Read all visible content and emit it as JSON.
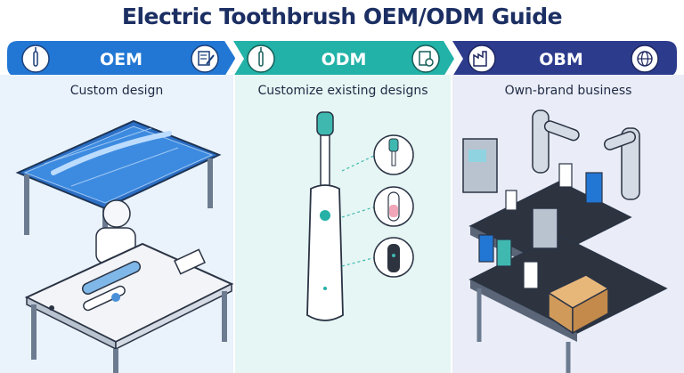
{
  "title": "Electric Toothbrush OEM/ODM Guide",
  "colors": {
    "oem": "#2277d4",
    "odm": "#22b2a8",
    "obm": "#2c3b8c",
    "title": "#1c2f63"
  },
  "columns": [
    {
      "label": "OEM",
      "subtitle": "Custom design",
      "left_icon": "toothbrush-icon",
      "right_icon": "document-edit-icon"
    },
    {
      "label": "ODM",
      "subtitle": "Customize existing designs",
      "left_icon": "toothbrush-icon",
      "right_icon": "gear-document-icon"
    },
    {
      "label": "OBM",
      "subtitle": "Own-brand business",
      "left_icon": "factory-icon",
      "right_icon": "globe-icon"
    }
  ]
}
